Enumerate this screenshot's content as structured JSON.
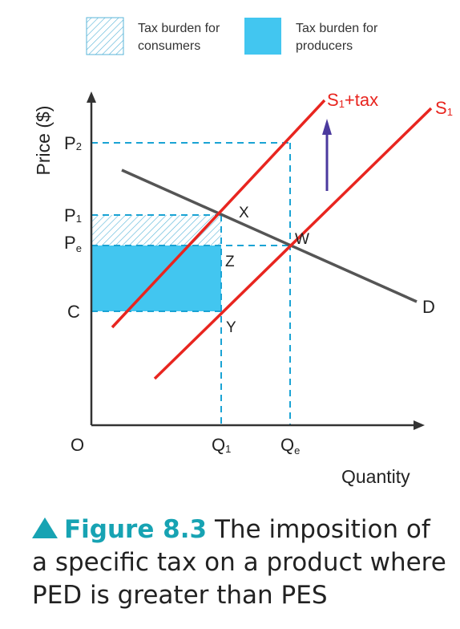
{
  "legend": {
    "consumers_line1": "Tax burden for",
    "consumers_line2": "consumers",
    "producers_line1": "Tax burden for",
    "producers_line2": "producers"
  },
  "axes": {
    "y_label": "Price ($)",
    "x_label": "Quantity",
    "origin": "O"
  },
  "price_labels": {
    "p2_main": "P",
    "p2_sub": "2",
    "p1_main": "P",
    "p1_sub": "1",
    "pe_main": "P",
    "pe_sub": "e",
    "c": "C"
  },
  "quantity_labels": {
    "q1_main": "Q",
    "q1_sub": "1",
    "qe_main": "Q",
    "qe_sub": "e"
  },
  "curves": {
    "supply_tax_main": "S",
    "supply_tax_sub": "1",
    "supply_tax_suffix": "+tax",
    "supply_main": "S",
    "supply_sub": "1",
    "demand": "D"
  },
  "points": {
    "x": "X",
    "w": "W",
    "z": "Z",
    "y": "Y"
  },
  "caption": {
    "figure_label": "Figure 8.3",
    "text": " The imposition of a specific tax on a product where PED is greater than PES"
  },
  "colors": {
    "supply": "#e8251f",
    "demand": "#555555",
    "dashed_guides": "#1aa3d4",
    "producer_fill": "#42c6f0",
    "consumer_hatch": "#5ab5d8",
    "arrow": "#4b3a9e",
    "accent": "#17a3b3"
  }
}
